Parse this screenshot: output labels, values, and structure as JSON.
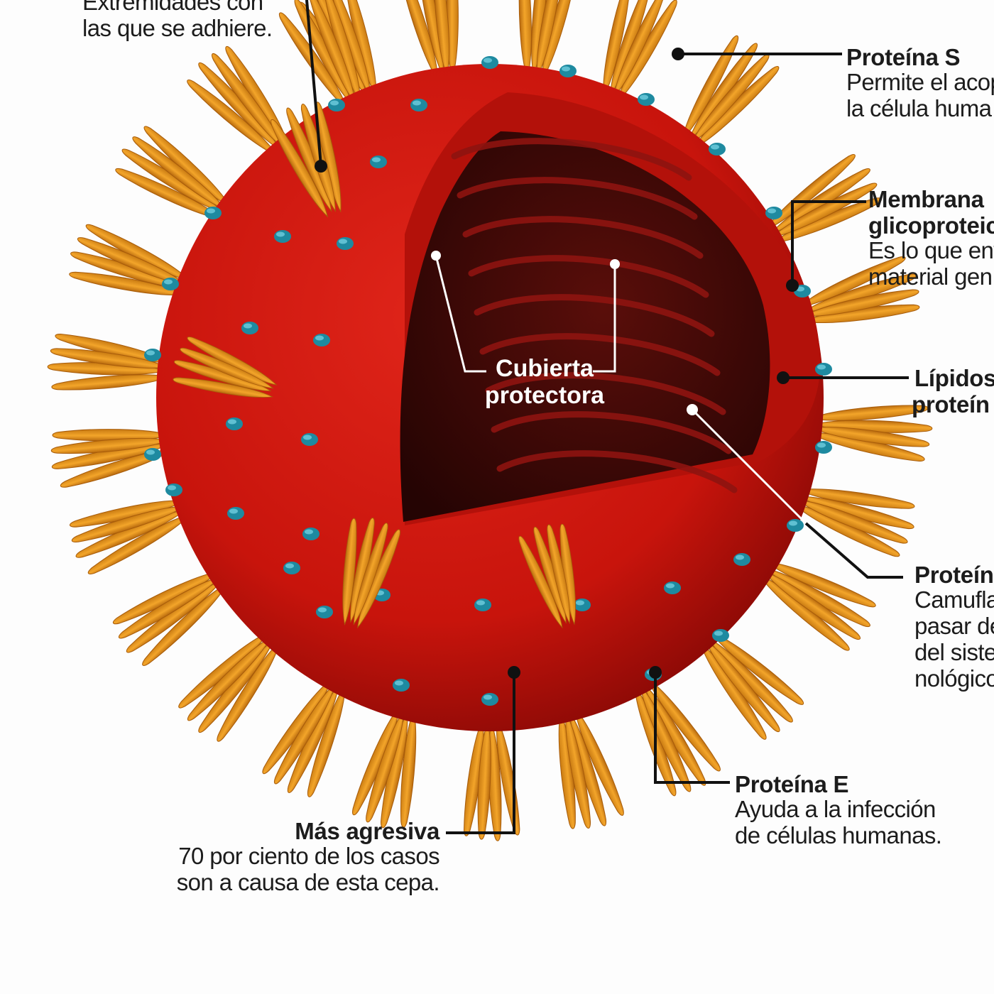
{
  "labels": {
    "spikes_top": {
      "desc": [
        "Extremidades con",
        "las que se adhiere."
      ]
    },
    "proteina_s": {
      "title": "Proteína S",
      "desc": [
        "Permite el acop",
        "la célula huma"
      ]
    },
    "membrana": {
      "title": [
        "Membrana",
        "glicoproteic"
      ],
      "desc": [
        "Es lo que env",
        "material gen"
      ]
    },
    "lipidos": {
      "title": [
        "Lípidos",
        "proteín"
      ]
    },
    "proteina_m": {
      "title": "Proteín",
      "desc": [
        "Camufla",
        "pasar de",
        "del siste",
        "nológico"
      ]
    },
    "proteina_e": {
      "title": "Proteína E",
      "desc": [
        "Ayuda a la infección",
        "de células humanas."
      ]
    },
    "mas_agresiva": {
      "title": "Más agresiva",
      "desc": [
        "70 por ciento de los casos",
        "son a causa de esta cepa."
      ]
    },
    "cubierta": {
      "title": [
        "Cubierta",
        "protectora"
      ]
    }
  },
  "colors": {
    "virus_body": "#c8140c",
    "virus_interior": "#3a0806",
    "spike": "#e8961e",
    "spike_dark": "#b86a0e",
    "surface_protein": "#1e8aa0",
    "leader_line": "#111111",
    "inner_leader_line": "#ffffff"
  },
  "icons": {
    "spike_protein": "orange-petal-cluster",
    "surface_protein": "teal-knob"
  }
}
